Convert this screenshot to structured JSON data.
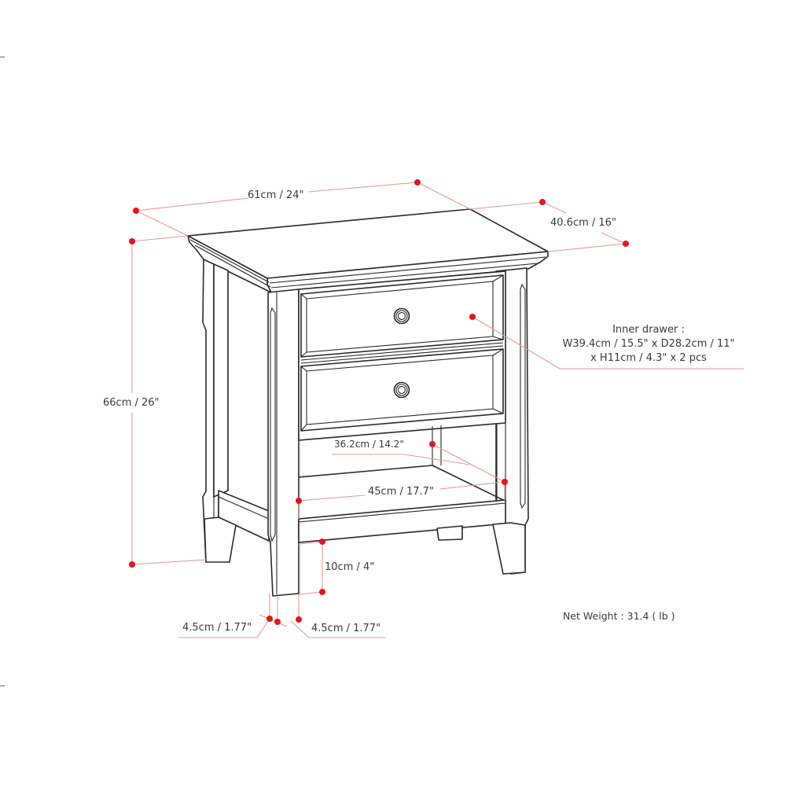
{
  "product": "Nightstand with two drawers and open shelf",
  "dimensions": {
    "width": "61cm / 24\"",
    "depth": "40.6cm / 16\"",
    "height": "66cm / 26\"",
    "shelf_depth": "36.2cm / 14.2\"",
    "shelf_width": "45cm / 17.7\"",
    "leg_height": "10cm / 4\"",
    "leg_width_left": "4.5cm / 1.77\"",
    "leg_width_right": "4.5cm / 1.77\""
  },
  "inner_drawer": {
    "title": "Inner drawer :",
    "line1": "W39.4cm / 15.5\" x D28.2cm / 11\"",
    "line2": "x H11cm / 4.3\" x 2 pcs"
  },
  "net_weight": "Net Weight : 31.4 ( lb )",
  "colors": {
    "dimension_line": "#e59a9a",
    "dimension_dot": "#e8131b",
    "outline": "#2a2a2a",
    "text": "#3a3a3a"
  }
}
